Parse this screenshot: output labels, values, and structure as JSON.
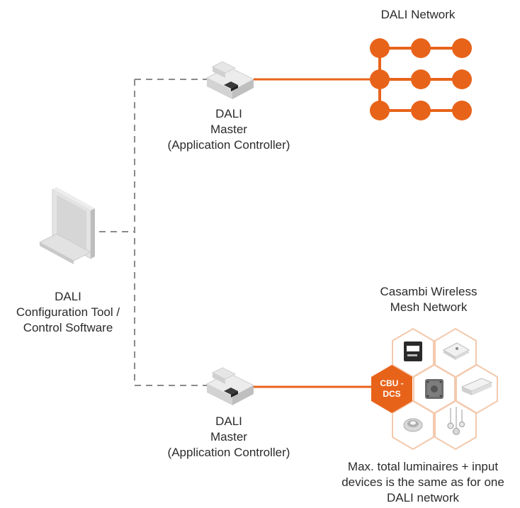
{
  "colors": {
    "accent": "#e8631a",
    "hex_outline": "#f3c9ad",
    "dash": "#8a8a8a",
    "device": "#d9d9d9",
    "text": "#2b2b2b"
  },
  "dali_network": {
    "title": "DALI Network"
  },
  "master_top": {
    "line1": "DALI",
    "line2": "Master",
    "line3": "(Application Controller)"
  },
  "master_bottom": {
    "line1": "DALI",
    "line2": "Master",
    "line3": "(Application Controller)"
  },
  "config_tool": {
    "line1": "DALI",
    "line2": "Configuration Tool /",
    "line3": "Control Software"
  },
  "casambi": {
    "line1": "Casambi Wireless",
    "line2": "Mesh Network"
  },
  "cbu_badge": {
    "line1": "CBU -",
    "line2": "DCS"
  },
  "note": {
    "line1": "Max. total luminaires + input",
    "line2": "devices is the same as for one",
    "line3": "DALI network"
  },
  "icons": [
    "computer-icon",
    "dali-master-device-icon",
    "dali-network-node-icon",
    "casambi-module-icon",
    "casambi-wall-switch-icon",
    "casambi-sensor-icon",
    "led-driver-icon",
    "downlight-icon",
    "pendant-lamps-icon"
  ]
}
